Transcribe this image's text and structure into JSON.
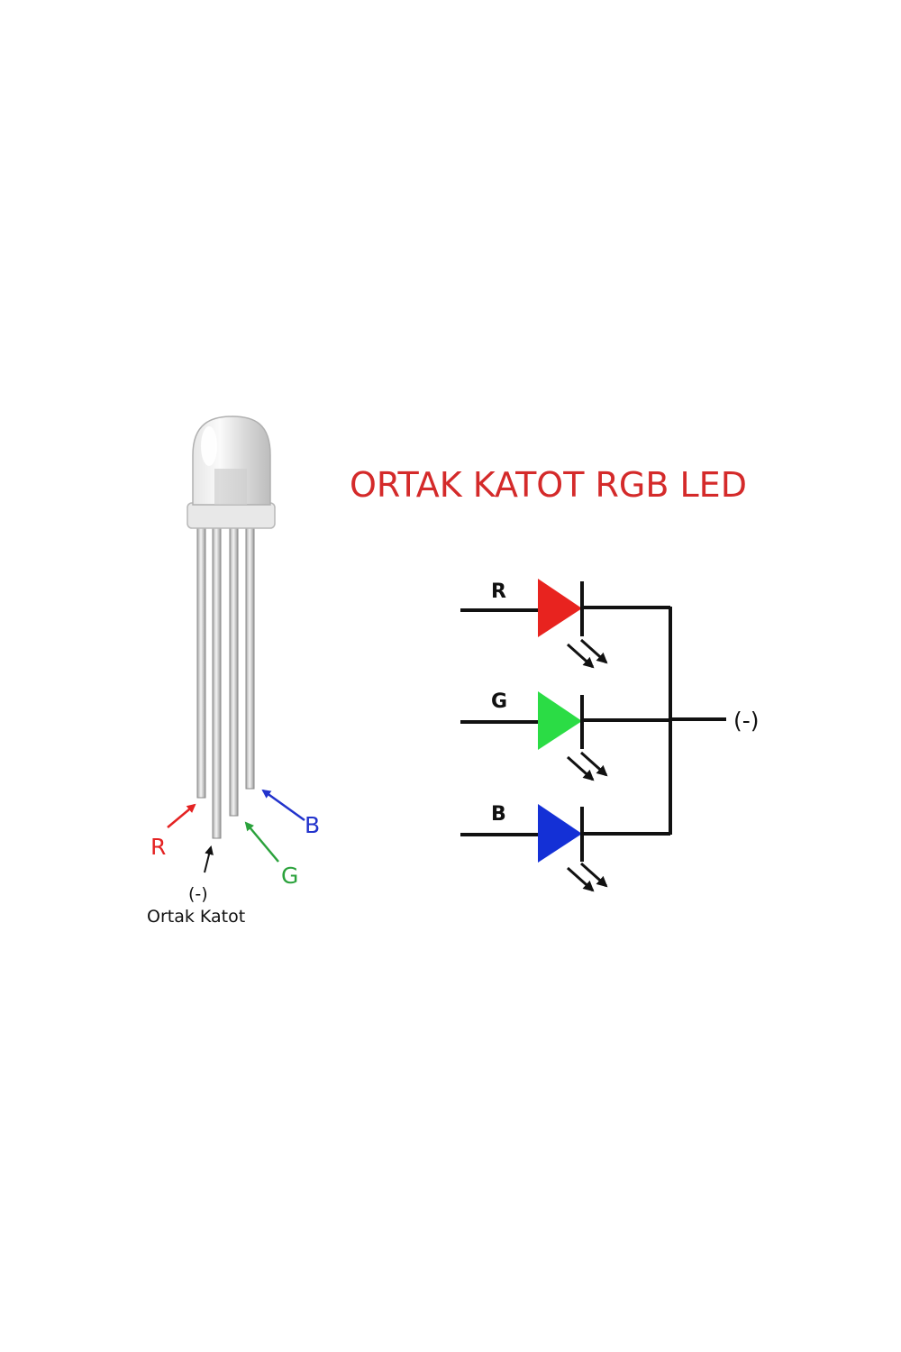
{
  "title": "ORTAK KATOT RGB LED",
  "colors": {
    "title": "#d42a2a",
    "red": "#e8231f",
    "green": "#2bdc45",
    "blue": "#1430d6",
    "wire": "#111111",
    "red_label": "#e42222",
    "green_label": "#2ba23c",
    "blue_label": "#2233cc"
  },
  "photo": {
    "label_r": "R",
    "label_g": "G",
    "label_b": "B",
    "label_minus": "(-)",
    "label_common": "Ortak Katot"
  },
  "schematic": {
    "diodes": [
      {
        "label": "R",
        "color_key": "red"
      },
      {
        "label": "G",
        "color_key": "green"
      },
      {
        "label": "B",
        "color_key": "blue"
      }
    ],
    "output_label": "(-)"
  }
}
